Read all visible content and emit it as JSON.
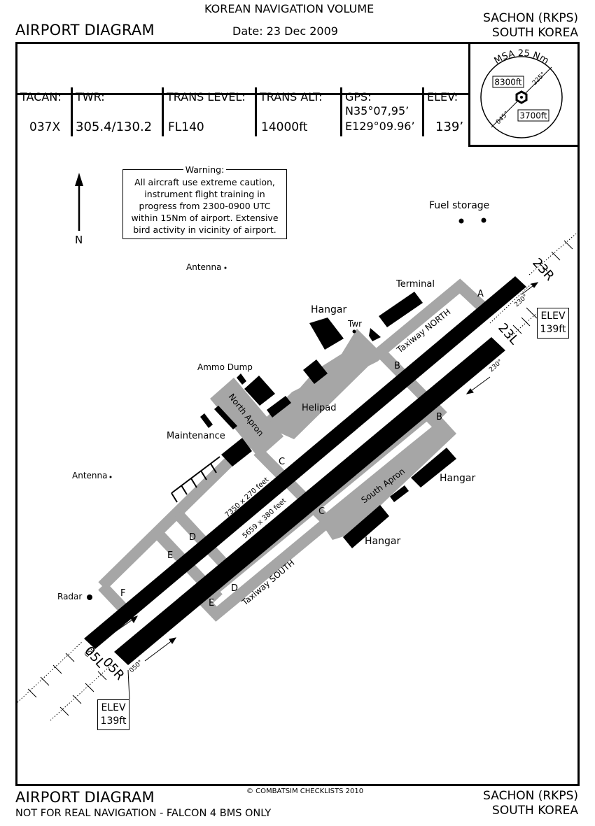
{
  "header": {
    "title": "AIRPORT DIAGRAM",
    "volume": "KOREAN NAVIGATION VOLUME",
    "date": "Date: 23 Dec 2009",
    "airport": "SACHON (RKPS)",
    "country": "SOUTH KOREA"
  },
  "info": {
    "tacan_label": "TACAN:",
    "tacan_value": "037X",
    "twr_label": "TWR:",
    "twr_value": "305.4/130.2",
    "trans_level_label": "TRANS LEVEL:",
    "trans_level_value": "FL140",
    "trans_alt_label": "TRANS ALT:",
    "trans_alt_value": "14000ft",
    "gps_label": "GPS:",
    "gps_lat": "N35°07,95’",
    "gps_lon": "E129°09.96’",
    "elev_label": "ELEV:",
    "elev_value": "139’"
  },
  "msa": {
    "title": "MSA 25 Nm",
    "alt_north": "8300ft",
    "alt_south": "3700ft",
    "bearing_1": "225°",
    "bearing_2": "045°"
  },
  "warning": {
    "title": "Warning:",
    "text": "All aircraft use extreme caution, instrument flight training in progress from 2300-0900 UTC within 15Nm of airport. Extensive bird activity in vicinity of airport."
  },
  "north_label": "N",
  "runways": {
    "r05l": "05L",
    "r05r": "05R",
    "r23r": "23R",
    "r23l": "23L",
    "dims_left": "7350 x 270 feet",
    "dims_right": "5659 x 380 feet",
    "hdg_050": "050°",
    "hdg_230": "230°"
  },
  "elev_boxes": {
    "label": "ELEV",
    "value": "139ft"
  },
  "labels": {
    "fuel_storage": "Fuel storage",
    "terminal": "Terminal",
    "hangar": "Hangar",
    "twr": "Twr",
    "ammo_dump": "Ammo Dump",
    "helipad": "Helipad",
    "maintenance": "Maintenance",
    "antenna": "Antenna",
    "radar": "Radar",
    "north_apron": "North Apron",
    "south_apron": "South Apron",
    "taxiway_north": "Taxiway NORTH",
    "taxiway_south": "Taxiway SOUTH",
    "tw_a": "A",
    "tw_b": "B",
    "tw_c": "C",
    "tw_d": "D",
    "tw_e": "E",
    "tw_f": "F"
  },
  "footer": {
    "title": "AIRPORT DIAGRAM",
    "disclaimer": "NOT FOR REAL NAVIGATION - FALCON 4 BMS ONLY",
    "copyright": "© COMBATSIM CHECKLISTS 2010",
    "airport": "SACHON (RKPS)",
    "country": "SOUTH KOREA"
  },
  "colors": {
    "taxiway": "#a6a6a6",
    "runway": "#000000",
    "ink": "#000000"
  }
}
